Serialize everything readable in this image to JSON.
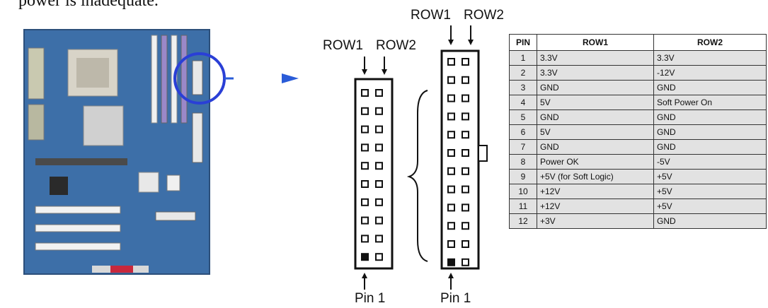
{
  "intro_text": "power is inadequate.",
  "connector_20pin": {
    "row1_label": "ROW1",
    "row2_label": "ROW2",
    "pin1_label": "Pin 1",
    "pin_rows": 10
  },
  "connector_24pin": {
    "row1_label": "ROW1",
    "row2_label": "ROW2",
    "pin1_label": "Pin 1",
    "pin_rows": 12
  },
  "colors": {
    "board": "#3d6fa8",
    "highlight_circle": "#2a3fd6",
    "arrow": "#2a5cd8",
    "table_cell": "#e2e2e2"
  },
  "pin_table": {
    "headers": [
      "PIN",
      "ROW1",
      "ROW2"
    ],
    "rows": [
      {
        "pin": "1",
        "row1": "3.3V",
        "row2": "3.3V"
      },
      {
        "pin": "2",
        "row1": "3.3V",
        "row2": "-12V"
      },
      {
        "pin": "3",
        "row1": "GND",
        "row2": "GND"
      },
      {
        "pin": "4",
        "row1": "5V",
        "row2": "Soft Power On"
      },
      {
        "pin": "5",
        "row1": "GND",
        "row2": "GND"
      },
      {
        "pin": "6",
        "row1": "5V",
        "row2": "GND"
      },
      {
        "pin": "7",
        "row1": "GND",
        "row2": "GND"
      },
      {
        "pin": "8",
        "row1": "Power OK",
        "row2": "-5V"
      },
      {
        "pin": "9",
        "row1": "+5V (for Soft Logic)",
        "row2": "+5V"
      },
      {
        "pin": "10",
        "row1": "+12V",
        "row2": "+5V"
      },
      {
        "pin": "11",
        "row1": "+12V",
        "row2": "+5V"
      },
      {
        "pin": "12",
        "row1": "+3V",
        "row2": "GND"
      }
    ]
  }
}
